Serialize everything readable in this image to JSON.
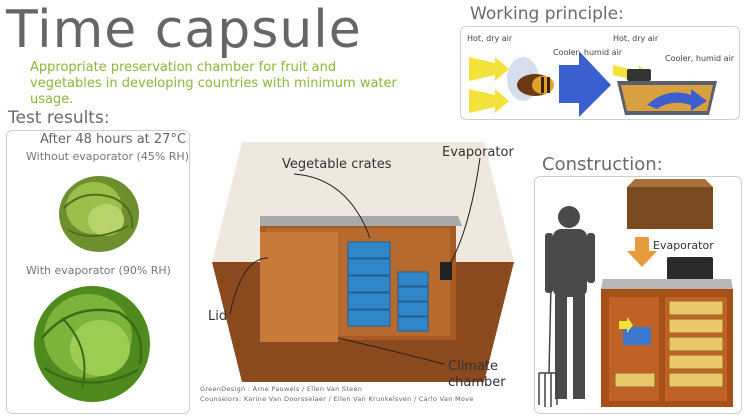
{
  "title": "Time capsule",
  "subtitle": "Appropriate preservation chamber for fruit and vegetables in developing countries with minimum water usage.",
  "working_principle": {
    "heading": "Working principle:",
    "left_hot": "Hot, dry air",
    "left_cool": "Cooler, humid air",
    "right_hot": "Hot, dry air",
    "right_cool": "Cooler, humid air"
  },
  "test_results": {
    "heading": "Test results:",
    "condition": "After 48 hours at 27°C",
    "without": "Without evaporator (45% RH)",
    "with": "With evaporator (90% RH)"
  },
  "diagram": {
    "vegetable_crates": "Vegetable crates",
    "evaporator": "Evaporator",
    "lid": "Lid",
    "climate_line1": "Climate",
    "climate_line2": "chamber"
  },
  "construction": {
    "heading": "Construction:",
    "evaporator": "Evaporator"
  },
  "credits": {
    "line1": "GreenDesign : Arne Pauwels / Ellen Van Steen",
    "line2": "Counselors: Karine Van Doorsselaer / Ellen Van Krunkelsven / Carlo Van Move"
  },
  "colors": {
    "accent_green": "#8cb63c",
    "chamber_brown": "#b05a1e",
    "crate_blue": "#2f86c8",
    "arrow_blue": "#3c5fd0",
    "arrow_yellow": "#f3e23a"
  }
}
